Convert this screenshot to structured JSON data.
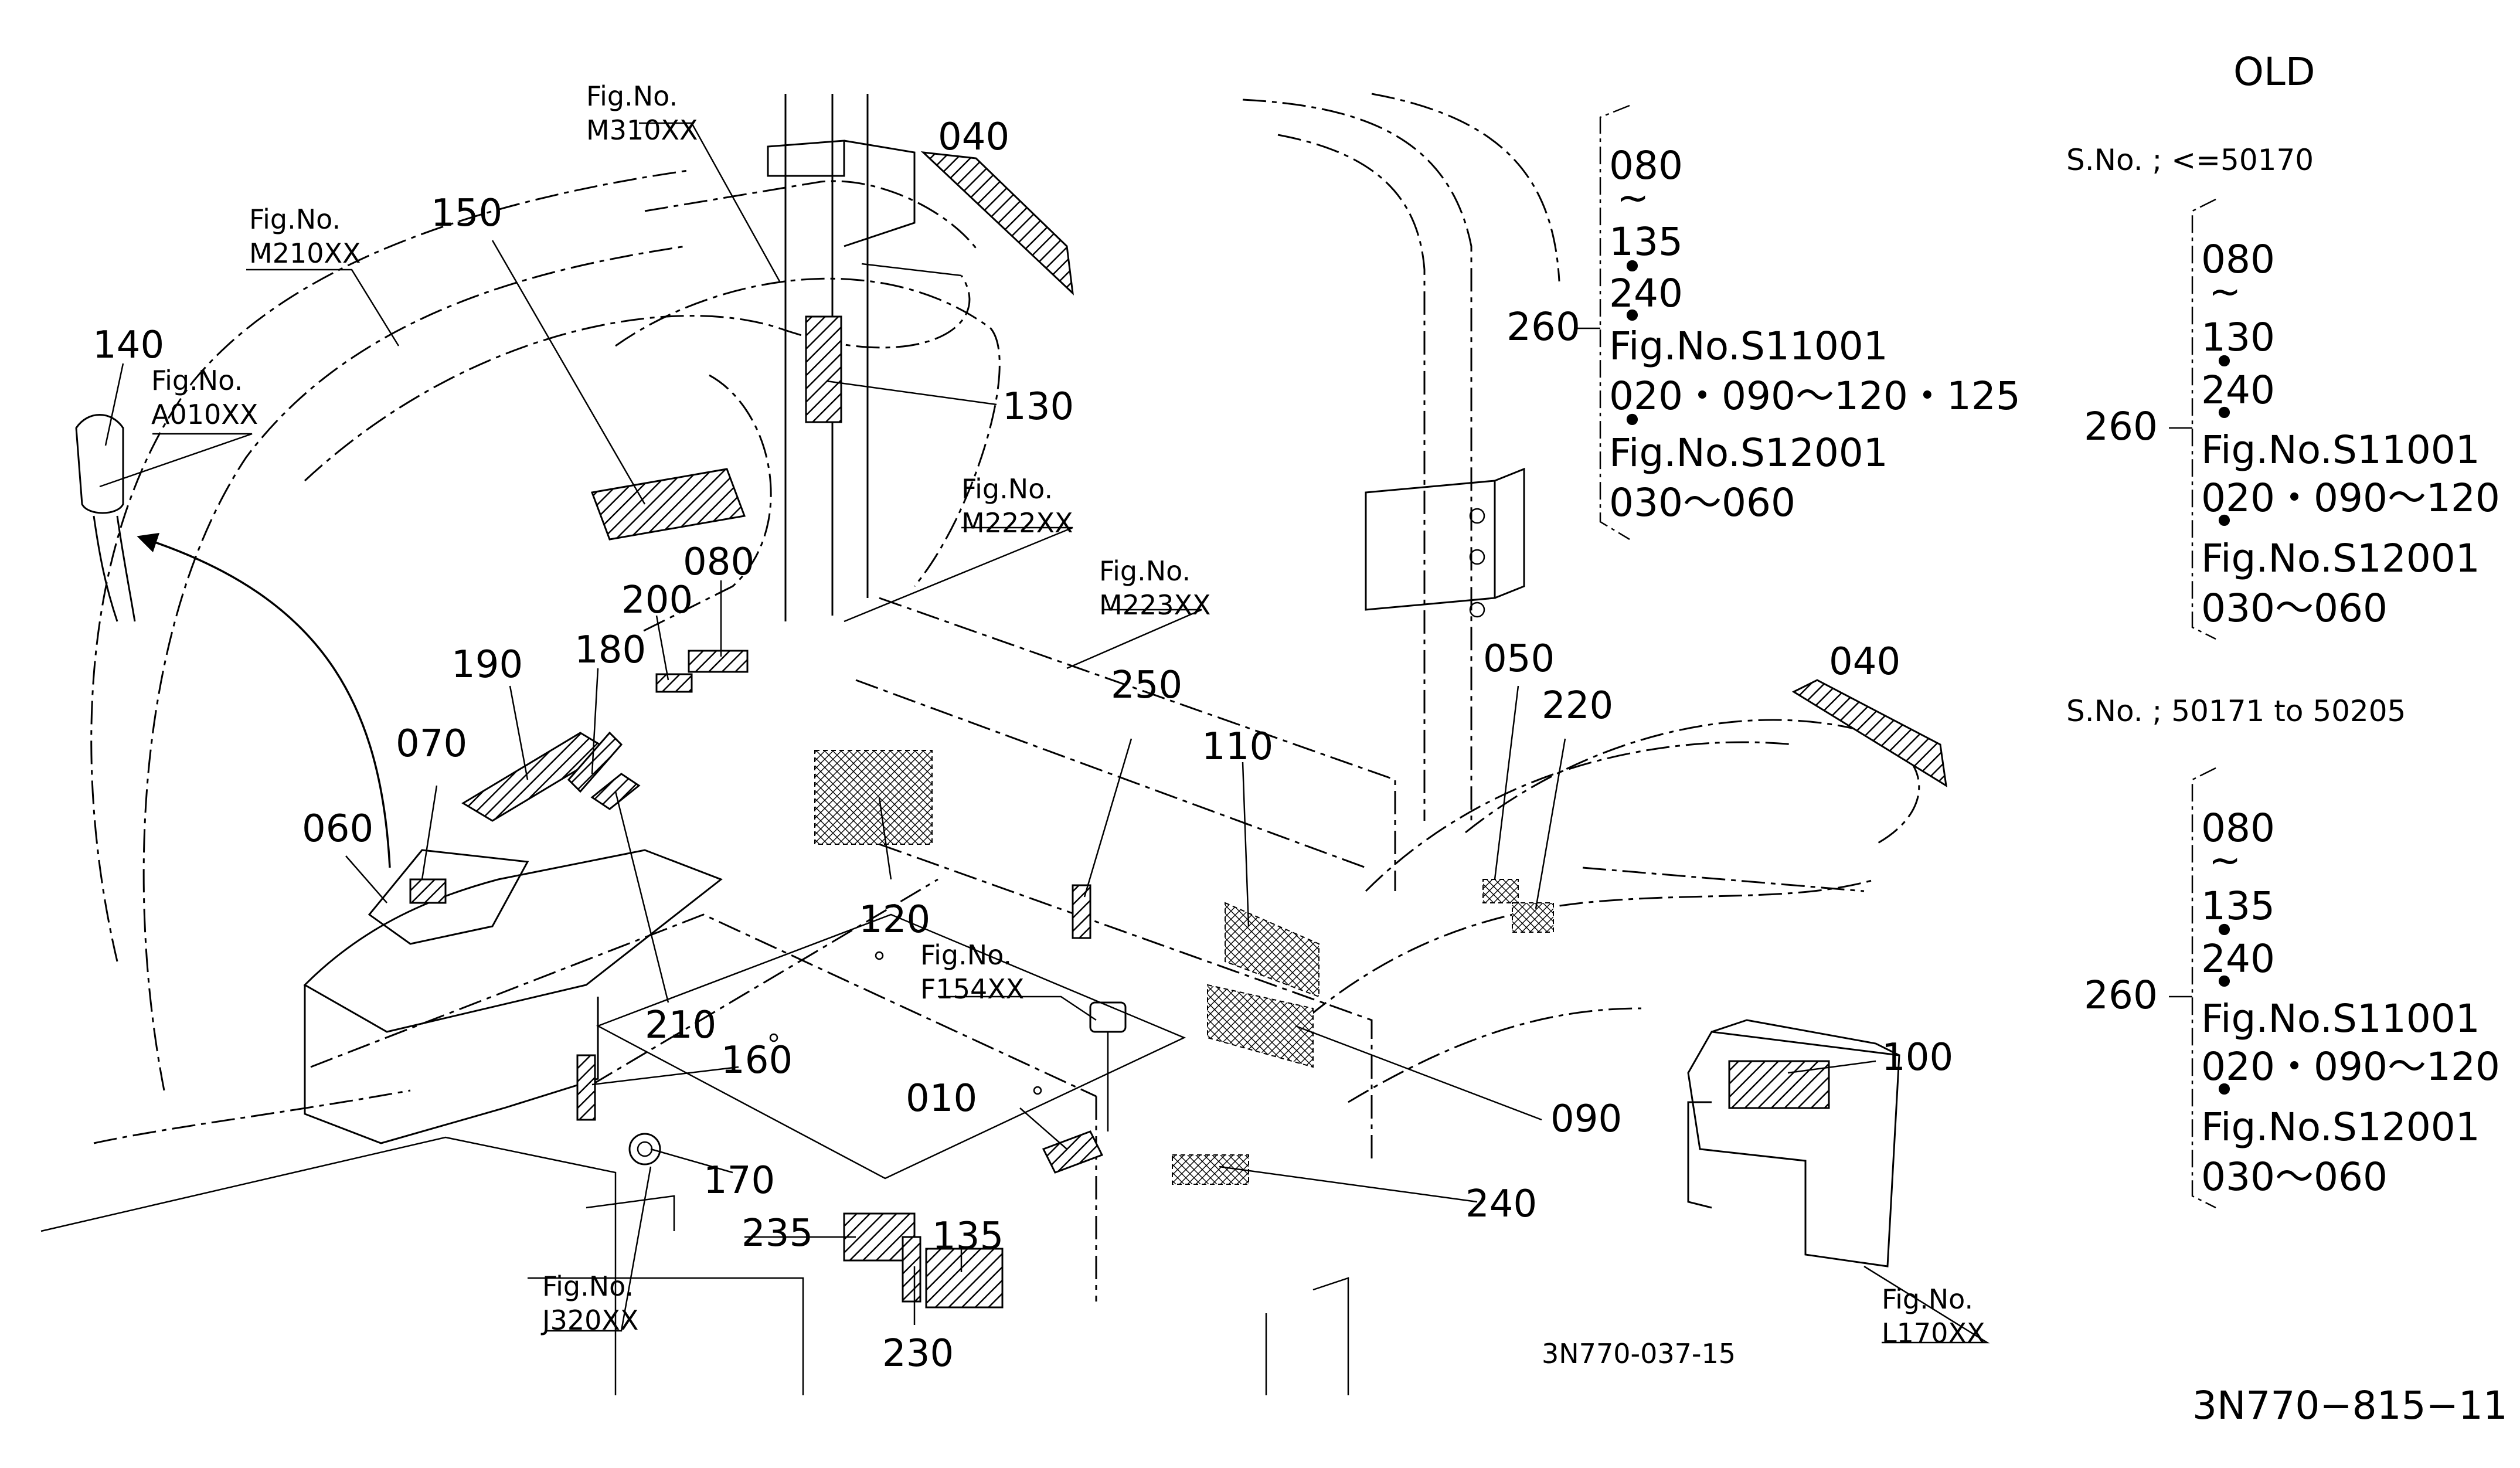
{
  "header": {
    "label": "OLD"
  },
  "parts": {
    "p010": "010",
    "p040a": "040",
    "p040b": "040",
    "p050": "050",
    "p060": "060",
    "p070": "070",
    "p080": "080",
    "p090": "090",
    "p100": "100",
    "p110": "110",
    "p120": "120",
    "p130": "130",
    "p135": "135",
    "p140": "140",
    "p150": "150",
    "p160": "160",
    "p170": "170",
    "p180": "180",
    "p190": "190",
    "p200": "200",
    "p210": "210",
    "p220": "220",
    "p230": "230",
    "p235": "235",
    "p240": "240",
    "p250": "250"
  },
  "fig_refs": {
    "m310": {
      "label": "Fig.No.",
      "code": "M310XX"
    },
    "m210": {
      "label": "Fig.No.",
      "code": "M210XX"
    },
    "a010": {
      "label": "Fig.No.",
      "code": "A010XX"
    },
    "m222": {
      "label": "Fig.No.",
      "code": "M222XX"
    },
    "m223": {
      "label": "Fig.No.",
      "code": "M223XX"
    },
    "f154": {
      "label": "Fig.No.",
      "code": "F154XX"
    },
    "j320": {
      "label": "Fig.No.",
      "code": "J320XX"
    },
    "l170": {
      "label": "Fig.No.",
      "code": "L170XX"
    }
  },
  "set_main": {
    "number": "260",
    "lines": [
      "080",
      "~",
      "135",
      "•",
      "240",
      "•",
      "Fig.No.S11001",
      "020・090〜120・125",
      "•",
      "Fig.No.S12001",
      "030〜060"
    ]
  },
  "variant_a": {
    "serial": "S.No. ; <=50170",
    "number": "260",
    "lines": [
      "080",
      "~",
      "130",
      "•",
      "240",
      "•",
      "Fig.No.S11001",
      "020・090〜120",
      "•",
      "Fig.No.S12001",
      "030〜060"
    ]
  },
  "variant_b": {
    "serial": "S.No. ; 50171 to 50205",
    "number": "260",
    "lines": [
      "080",
      "~",
      "135",
      "•",
      "240",
      "•",
      "Fig.No.S11001",
      "020・090〜120",
      "•",
      "Fig.No.S12001",
      "030〜060"
    ]
  },
  "drawing_code": "3N770-037-15",
  "page_code": "3N770−815−11"
}
